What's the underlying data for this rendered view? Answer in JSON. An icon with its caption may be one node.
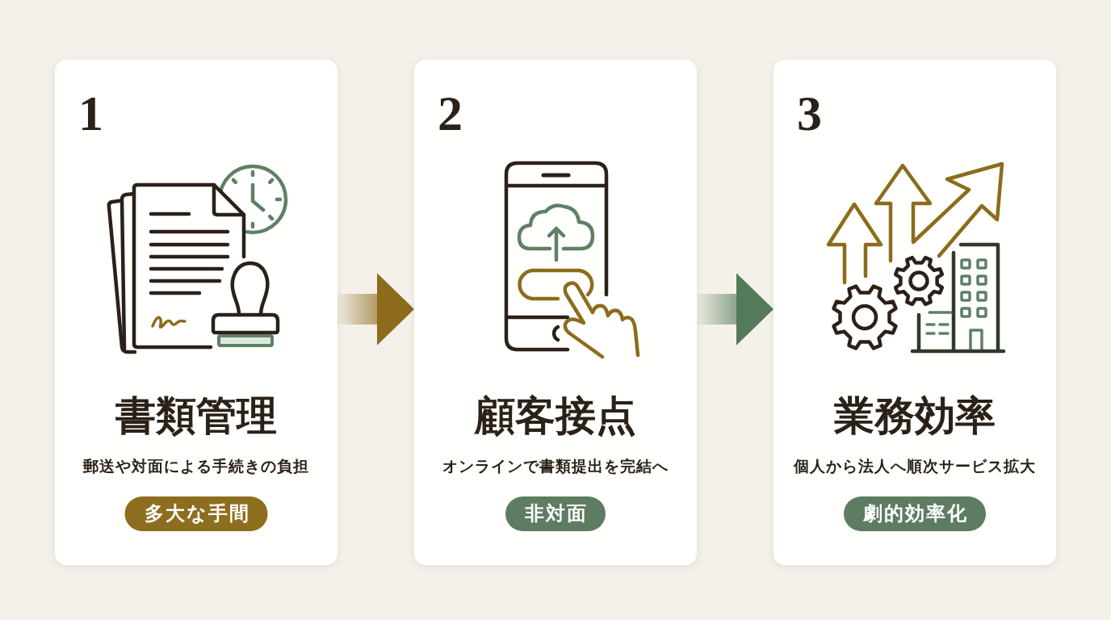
{
  "diagram": {
    "nodes": [
      {
        "text": [
          "1",
          "書類管理",
          "郵送や対面による手続きの負担"
        ]
      },
      {
        "text": [
          "多大な手間"
        ],
        "in": 0
      },
      {
        "text": [
          "2",
          "顧客接点",
          "オンラインで書類提出を完結へ"
        ]
      },
      {
        "text": [
          "非対面"
        ],
        "in": 2
      },
      {
        "text": [
          "3",
          "業務効率",
          "個人から法人へ順次サービス拡大"
        ]
      },
      {
        "text": [
          "劇的効率化"
        ],
        "in": 4
      }
    ],
    "edges": [
      {
        "from": 0,
        "to": 2,
        "arrow": "to",
        "color": "#8c6c1c"
      },
      {
        "from": 2,
        "to": 4,
        "arrow": "to",
        "color": "#557a5a"
      }
    ]
  }
}
